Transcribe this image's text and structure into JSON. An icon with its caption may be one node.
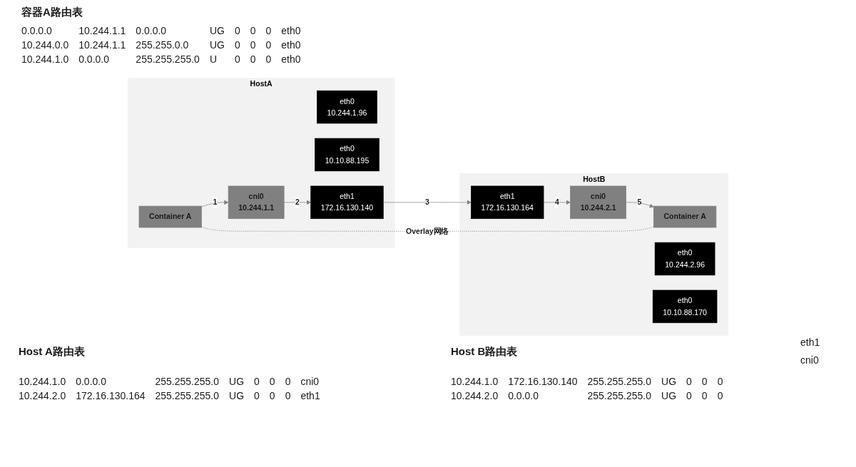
{
  "diagram": {
    "nodes": [
      {
        "text": [
          "HostA"
        ]
      },
      {
        "text": [
          "Container A"
        ],
        "in": 0
      },
      {
        "text": [
          "eth0",
          "10.244.1.96"
        ],
        "in": 0
      },
      {
        "text": [
          "cni0",
          "10.244.1.1"
        ],
        "in": 0
      },
      {
        "text": [
          "eth0",
          "10.10.88.195"
        ],
        "in": 0
      },
      {
        "text": [
          "eth1",
          "172.16.130.140"
        ],
        "in": 0
      },
      {
        "text": [
          "HostB"
        ]
      },
      {
        "text": [
          "cni0",
          "10.244.2.1"
        ],
        "in": 6
      },
      {
        "text": [
          "Container A"
        ],
        "in": 6
      },
      {
        "text": [
          "eth0",
          "10.244.2.96"
        ],
        "in": 6
      },
      {
        "text": [
          "eth1",
          "172.16.130.164"
        ],
        "in": 6
      },
      {
        "text": [
          "eth0",
          "10.10.88.170"
        ],
        "in": 6
      }
    ],
    "edges": [
      {
        "from": 1,
        "to": 3,
        "arrow": "to",
        "label": "1"
      },
      {
        "from": 3,
        "to": 5,
        "arrow": "to",
        "label": "2"
      },
      {
        "from": 5,
        "to": 10,
        "arrow": "to",
        "label": "3"
      },
      {
        "from": 10,
        "to": 7,
        "arrow": "to",
        "label": "4"
      },
      {
        "from": 7,
        "to": 8,
        "arrow": "to",
        "label": "5"
      },
      {
        "from": 1,
        "to": 8,
        "arrow": "none",
        "style": "dashed",
        "label": "Overlay网络"
      }
    ],
    "labels": [
      "容器A路由表",
      "0.0.0.0",
      "10.244.1.1",
      "0.0.0.0",
      "UG",
      "0",
      "0",
      "0",
      "eth0",
      "10.244.0.0",
      "10.244.1.1",
      "255.255.0.0",
      "UG",
      "0",
      "0",
      "0",
      "eth0",
      "10.244.1.0",
      "0.0.0.0",
      "255.255.255.0",
      "U",
      "0",
      "0",
      "0",
      "eth0",
      "Host A路由表",
      "10.244.1.0",
      "0.0.0.0",
      "255.255.255.0",
      "UG",
      "0",
      "0",
      "0",
      "cni0",
      "10.244.2.0",
      "172.16.130.164",
      "255.255.255.0",
      "UG",
      "0",
      "0",
      "0",
      "eth1",
      "Host B路由表",
      "eth1",
      "cni0",
      "10.244.1.0",
      "172.16.130.140",
      "255.255.255.0",
      "UG",
      "0",
      "0",
      "0",
      "10.244.2.0",
      "0.0.0.0",
      "255.255.255.0",
      "UG",
      "0",
      "0",
      "0"
    ]
  }
}
